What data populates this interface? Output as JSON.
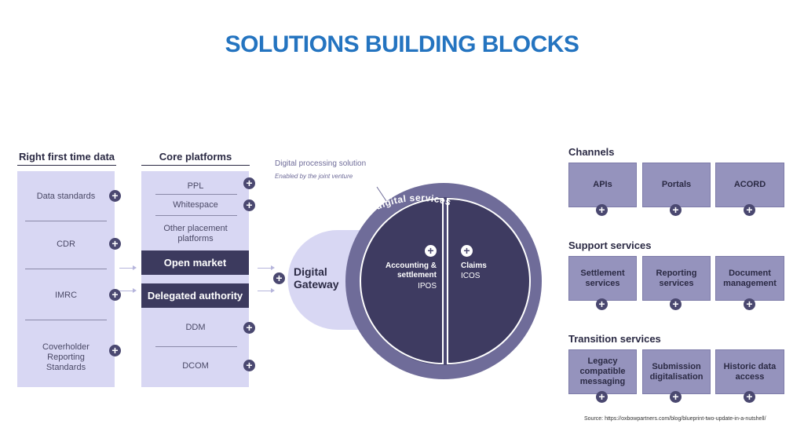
{
  "title": "SOLUTIONS BUILDING BLOCKS",
  "rftd": {
    "heading": "Right first time data",
    "items": [
      "Data standards",
      "CDR",
      "IMRC",
      "Coverholder Reporting Standards"
    ]
  },
  "core_platforms": {
    "heading": "Core platforms",
    "items": [
      "PPL",
      "Whitespace",
      "Other placement platforms"
    ],
    "open_market": "Open market",
    "delegated_authority": "Delegated authority",
    "lower_items": [
      "DDM",
      "DCOM"
    ]
  },
  "gateway": {
    "label": "Digital Gateway",
    "note_title": "Digital processing solution",
    "note_sub": "Enabled by the joint venture"
  },
  "core_digital": {
    "arc_label": "Core digital services",
    "left_title": "Accounting & settlement",
    "left_sub": "IPOS",
    "right_title": "Claims",
    "right_sub": "ICOS"
  },
  "channels": {
    "heading": "Channels",
    "items": [
      "APIs",
      "Portals",
      "ACORD"
    ]
  },
  "support": {
    "heading": "Support services",
    "items": [
      "Settlement services",
      "Reporting services",
      "Document management"
    ]
  },
  "transition": {
    "heading": "Transition services",
    "items": [
      "Legacy compatible messaging",
      "Submission digitalisation",
      "Historic data access"
    ]
  },
  "source": "Source:  https://oxbowpartners.com/blog/blueprint-two-update-in-a-nutshell/",
  "colors": {
    "title": "#2474c0",
    "panel": "#d8d7f3",
    "dark": "#3c3a5e",
    "box": "#9593bd"
  }
}
